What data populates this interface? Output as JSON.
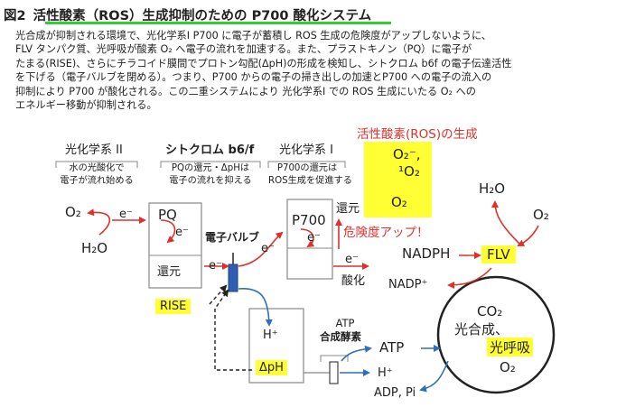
{
  "figure": {
    "number": "図2",
    "title": "活性酸素（ROS）生成抑制のための P700 酸化システム"
  },
  "description": [
    "光合成が抑制される環境で、光化学系I P700 に電子が蓄積し ROS 生成の危険度がアップしないように、",
    "FLV タンパク質、光呼吸が酸素 O₂ へ電子の流れを加速する。また、プラストキノン（PQ）に電子が",
    "たまる(RISE)、さらにチラコイド膜間でプロトン勾配(ΔpH)の形成を検知し、シトクロム b6f の電子伝達活性",
    "を下げる（電子バルブを閉める）。つまり、P700 からの電子の掃き出しの加速とP700 への電子の流入の",
    "抑制により P700 が酸化される。この二重システムにより 光化学系I での ROS 生成にいたる O₂ への",
    "エネルギー移動が抑制される。"
  ],
  "columns": [
    {
      "header": "光化学系 II",
      "note": [
        "水の光酸化で",
        "電子が流れ始める"
      ]
    },
    {
      "header": "シトクロム b6/f",
      "note": [
        "PQの還元・ΔpHは",
        "電子の流れを抑える"
      ]
    },
    {
      "header": "光化学系 I",
      "note": [
        "P700の還元は",
        "ROS生成を促進する"
      ]
    }
  ],
  "ros_box": {
    "title": "活性酸素(ROS)の生成",
    "species": "O₂⁻,",
    "singlet": "¹O₂",
    "oxygen": "O₂"
  },
  "labels": {
    "o2_left": "O₂",
    "h2o_left": "H₂O",
    "e_minus": "e⁻",
    "pq": "PQ",
    "reduced": "還元",
    "rise": "RISE",
    "valve": "電子バルブ",
    "p700": "P700",
    "p700_reduced": "還元",
    "danger": "危険度アップ！",
    "oxidized": "酸化",
    "nadph": "NADPH",
    "nadp": "NADP⁺",
    "flv": "FLV",
    "h2o_right": "H₂O",
    "o2_right": "O₂",
    "h_plus": "H⁺",
    "dph": "ΔpH",
    "atp_synthase_1": "ATP",
    "atp_synthase_2": "合成酵素",
    "atp": "ATP",
    "h_plus_out": "H⁺",
    "adp": "ADP, Pi",
    "co2": "CO₂",
    "photosynthesis": "光合成、",
    "photorespiration": "光呼吸",
    "o2_circle": "O₂"
  },
  "colors": {
    "red_arrow": "#e0302a",
    "blue_arrow": "#2f6fb5",
    "highlight": "#ffff33",
    "title_underline": "#33cc33",
    "valve": "#2f5fb3"
  }
}
